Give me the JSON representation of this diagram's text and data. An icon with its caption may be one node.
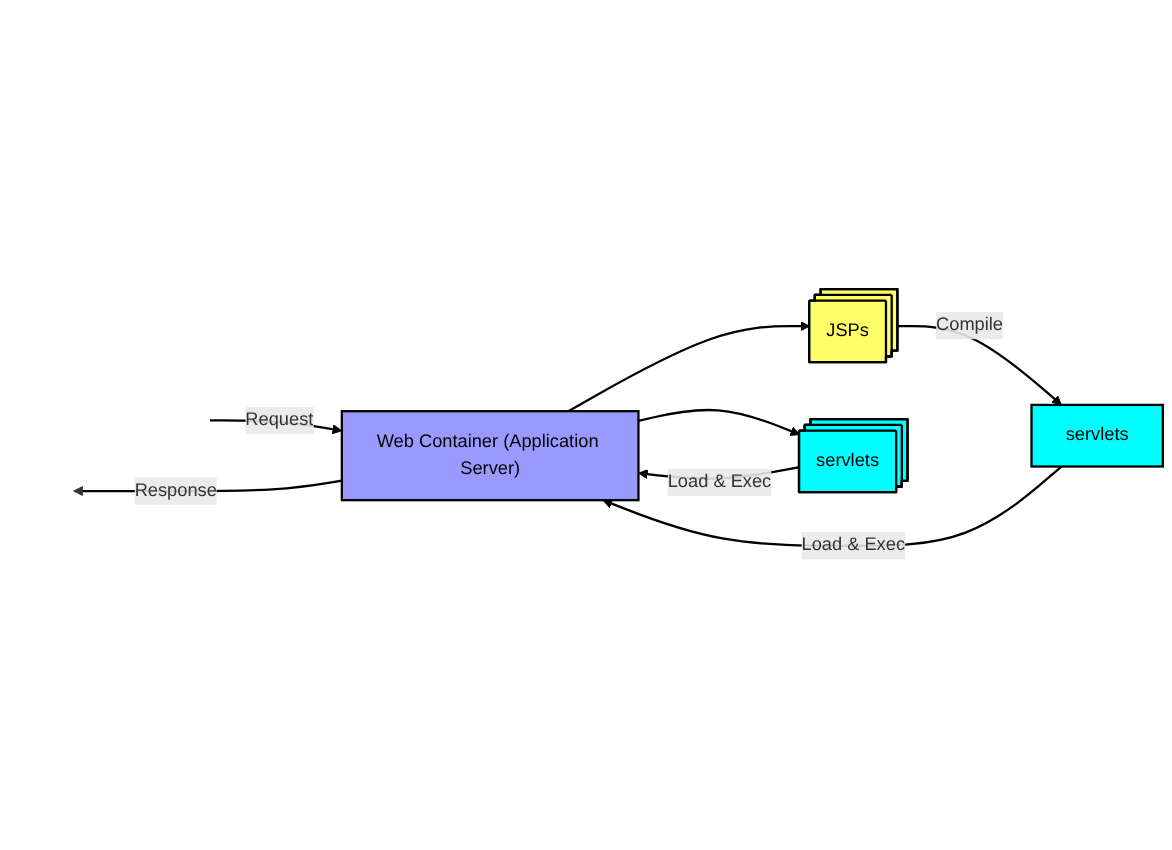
{
  "diagram": {
    "nodes": [
      {
        "text": [
          "Web Container (Application Server)"
        ]
      },
      {
        "text": [
          "servlets"
        ]
      },
      {
        "text": [
          "JSPs"
        ]
      },
      {
        "text": [
          "servlets"
        ]
      }
    ],
    "edges": [
      {
        "from": null,
        "to": 0,
        "arrow": "to",
        "label": "Request"
      },
      {
        "from": 0,
        "to": null,
        "arrow": "to",
        "label": "Response"
      },
      {
        "from": 1,
        "to": 0,
        "arrow": "to",
        "label": "Load & Exec"
      },
      {
        "from": 2,
        "to": 1,
        "arrow": "to",
        "label": "Compile"
      },
      {
        "from": 0,
        "to": 2,
        "arrow": "to"
      },
      {
        "from": 0,
        "to": 3,
        "arrow": "to"
      },
      {
        "from": 3,
        "to": 0,
        "arrow": "to",
        "label": "Load & Exec"
      }
    ]
  }
}
